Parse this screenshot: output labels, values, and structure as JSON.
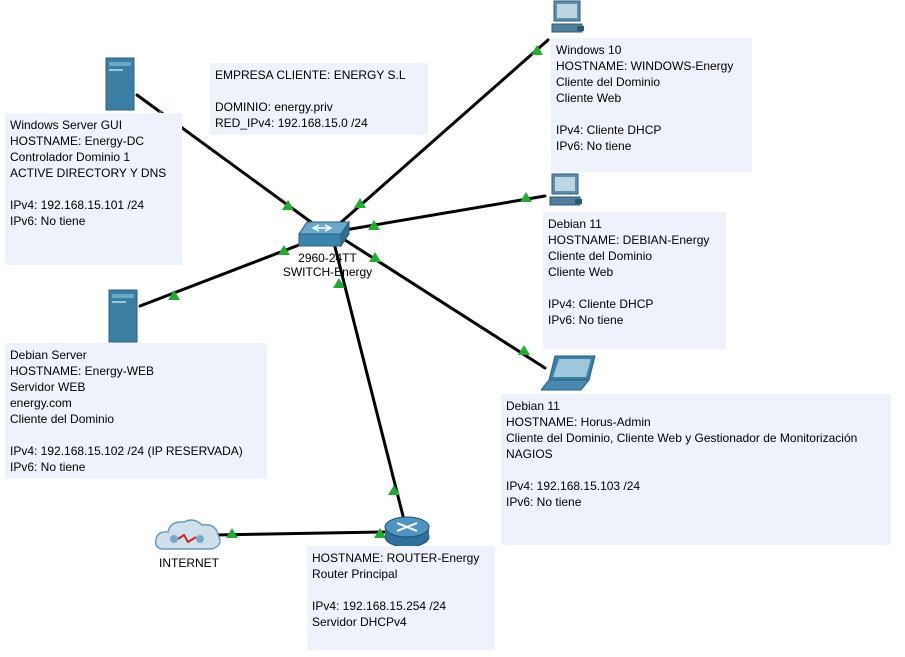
{
  "notes": {
    "company": [
      "EMPRESA CLIENTE: ENERGY S.L",
      "",
      "DOMINIO: energy.priv",
      "RED_IPv4: 192.168.15.0 /24"
    ],
    "windows_server": [
      "Windows Server GUI",
      "HOSTNAME: Energy-DC",
      "Controlador Dominio 1",
      "ACTIVE DIRECTORY Y DNS",
      "",
      "IPv4: 192.168.15.101 /24",
      "IPv6: No tiene"
    ],
    "debian_server": [
      "Debian Server",
      "HOSTNAME: Energy-WEB",
      "Servidor WEB",
      "energy.com",
      "Cliente del Dominio",
      "",
      "IPv4: 192.168.15.102 /24 (IP RESERVADA)",
      "IPv6: No tiene"
    ],
    "windows10": [
      "Windows 10",
      "HOSTNAME: WINDOWS-Energy",
      "Cliente del Dominio",
      "Cliente Web",
      "",
      "IPv4: Cliente DHCP",
      "IPv6: No tiene"
    ],
    "debian11_pc": [
      "Debian 11",
      "HOSTNAME: DEBIAN-Energy",
      "Cliente del Dominio",
      "Cliente Web",
      "",
      "IPv4: Cliente DHCP",
      "IPv6: No tiene"
    ],
    "debian11_laptop": [
      "Debian 11",
      "HOSTNAME: Horus-Admin",
      "Cliente del Dominio, Cliente Web y Gestionador de Monitorización",
      "NAGIOS",
      "",
      "IPv4: 192.168.15.103 /24",
      "IPv6: No tiene"
    ],
    "router": [
      "HOSTNAME: ROUTER-Energy",
      "Router Principal",
      "",
      "IPv4: 192.168.15.254 /24",
      "Servidor DHCPv4"
    ]
  },
  "devices": {
    "switch": [
      "2960-24TT",
      "SWITCH-Energy"
    ],
    "internet": "INTERNET"
  },
  "colors": {
    "note_bg": "#eef2fb",
    "link": "#000000",
    "link_up": "#22aa33",
    "server": "#3a7fa3",
    "switch": "#3b84ad",
    "router": "#2f6f9b"
  }
}
